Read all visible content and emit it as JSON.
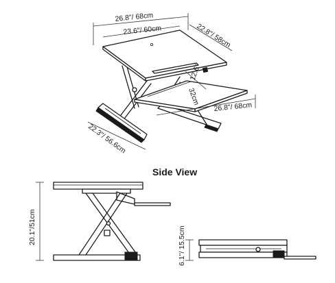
{
  "labels": {
    "top_width": "26.8\"/ 68cm",
    "inner_width": "23.6\"/ 60cm",
    "depth": "22.8\"/ 58cm",
    "kb_depth_in": "12.6\"",
    "kb_depth_cm": "32cm",
    "kb_width": "26.8\"/ 68cm",
    "base_depth": "22.3\"/ 56.6cm",
    "side_view_title": "Side View",
    "max_height": "20.1\"/51cm",
    "min_height": "6.1\"/ 15.5cm"
  }
}
